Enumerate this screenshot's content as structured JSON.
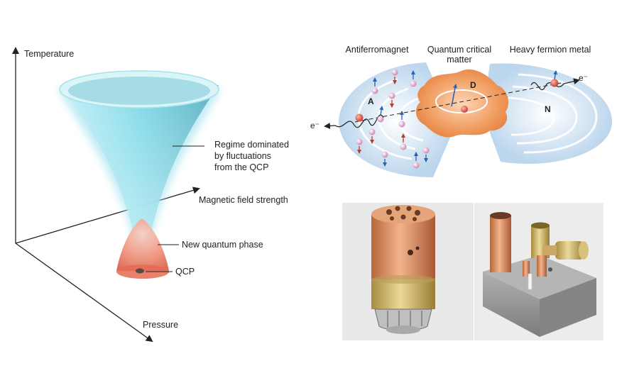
{
  "phase_diagram": {
    "axis_temperature": "Temperature",
    "axis_field": "Magnetic field strength",
    "axis_pressure": "Pressure",
    "label_regime_line1": "Regime dominated",
    "label_regime_line2": "by fluctuations",
    "label_regime_line3": "from the QCP",
    "label_phase": "New quantum phase",
    "label_qcp": "QCP"
  },
  "electron_diagram": {
    "title_left": "Antiferromagnet",
    "title_mid_line1": "Quantum critical",
    "title_mid_line2": "matter",
    "title_right": "Heavy fermion metal",
    "label_a": "A",
    "label_d": "D",
    "label_n": "N",
    "electron_left": "e⁻",
    "electron_right": "e⁻"
  },
  "colors": {
    "cone_cyan": "#7ad8e8",
    "cone_red": "#e8705a",
    "wave_blue": "#a9c9e6",
    "blob_orange": "#ee8a4a",
    "copper": "#d58a5a",
    "brass": "#cdb36a",
    "steel": "#8c8c8c"
  }
}
